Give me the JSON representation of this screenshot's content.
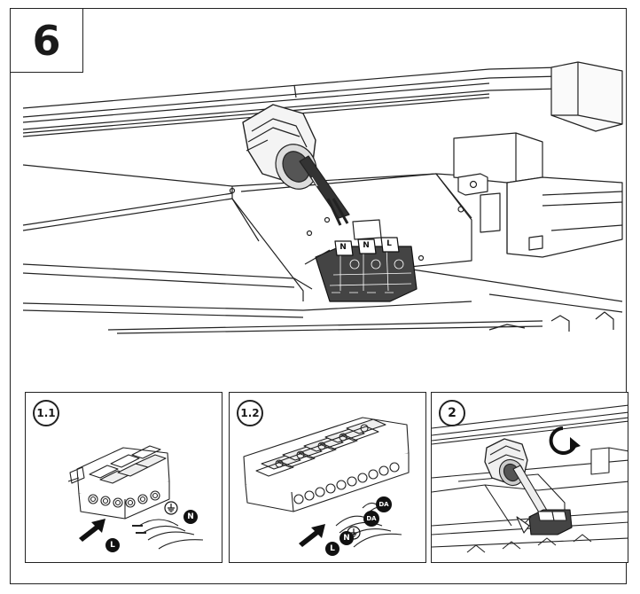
{
  "step": {
    "number": "6"
  },
  "main_view": {
    "terminal_labels": [
      "N",
      "N",
      "L"
    ]
  },
  "panels": [
    {
      "id": "1.1",
      "badge": "1.1",
      "wire_labels": [
        "L",
        "N"
      ]
    },
    {
      "id": "1.2",
      "badge": "1.2",
      "wire_labels": [
        "L",
        "N",
        "DA",
        "DA"
      ]
    },
    {
      "id": "2",
      "badge": "2"
    }
  ],
  "icons": {
    "earth": "ground-symbol-icon",
    "push": "insert-arrow-icon",
    "rotate": "tighten-rotate-icon"
  }
}
